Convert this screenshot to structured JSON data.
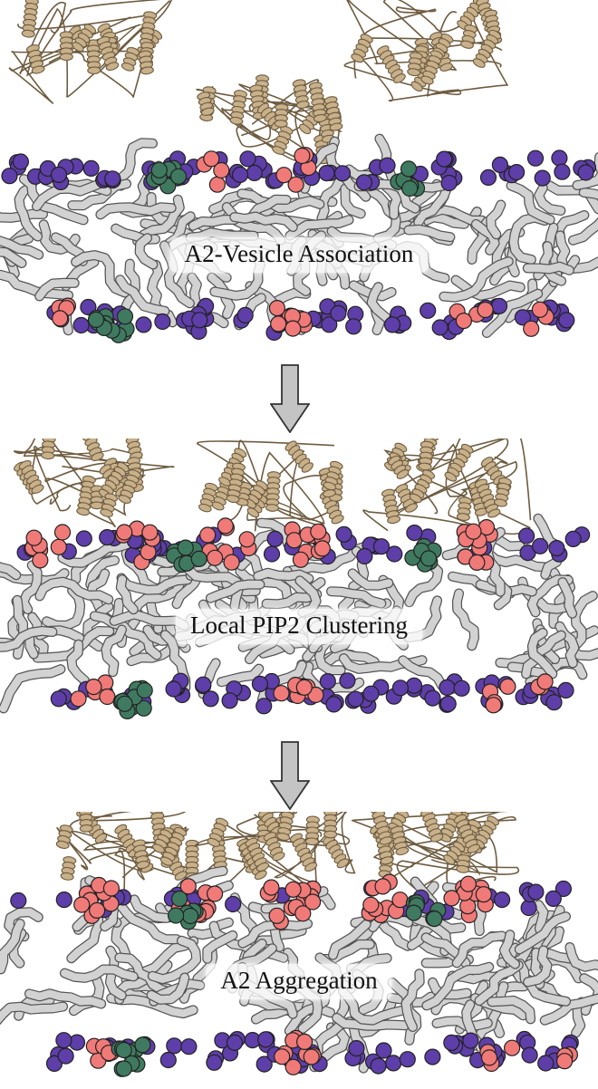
{
  "stages": [
    {
      "label": "A2-Vesicle Association"
    },
    {
      "label": "Local PIP2 Clustering"
    },
    {
      "label": "A2 Aggregation"
    }
  ],
  "colors": {
    "protein": "#c8b08a",
    "protein_stroke": "#6e5c40",
    "lipid_tail": "#d2d2d2",
    "lipid_stroke": "#555555",
    "pc_headgroup": "#5e3ea8",
    "pip2_headgroup": "#f07a78",
    "cholesterol": "#3f7a60",
    "arrow_fill": "#c4c4c4"
  },
  "icons": [
    "down-arrow-icon"
  ]
}
